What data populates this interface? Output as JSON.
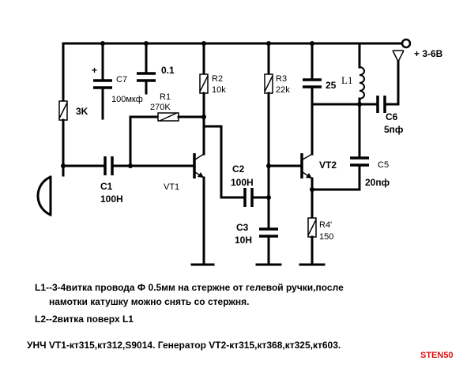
{
  "power": {
    "label": "+ 3-6В"
  },
  "components": {
    "c7": {
      "name": "C7",
      "value": "100мкф",
      "polarity": "+"
    },
    "c_bypass": {
      "value": "0.1"
    },
    "r_left": {
      "value": "3K"
    },
    "r1": {
      "name": "R1",
      "value": "270K"
    },
    "r2": {
      "name": "R2",
      "value": "10k"
    },
    "c1": {
      "name": "C1",
      "value": "100Н"
    },
    "vt1": {
      "name": "VT1"
    },
    "c2": {
      "name": "C2",
      "value": "100Н"
    },
    "c3": {
      "name": "C3",
      "value": "10Н"
    },
    "r3": {
      "name": "R3",
      "value": "22k"
    },
    "c_top": {
      "value": "25"
    },
    "l1": {
      "name": "L1"
    },
    "c6": {
      "name": "C6",
      "value": "5пф"
    },
    "vt2": {
      "name": "VT2"
    },
    "c5": {
      "name": "C5",
      "value": "20пф"
    },
    "r4": {
      "name": "R4'",
      "value": "150"
    }
  },
  "notes": {
    "line1": "L1--3-4витка провода Ф 0.5мм на стержне от гелевой ручки,после",
    "line2": "намотки катушку можно снять со стержня.",
    "line3": "L2--2витка  поверх L1",
    "line4": "УНЧ VT1-кт315,кт312,S9014. Генератор  VT2-кт315,кт368,кт325,кт603."
  },
  "signature": "STEN50",
  "colors": {
    "ink": "#000000",
    "signature": "#e01010",
    "background": "#ffffff"
  }
}
